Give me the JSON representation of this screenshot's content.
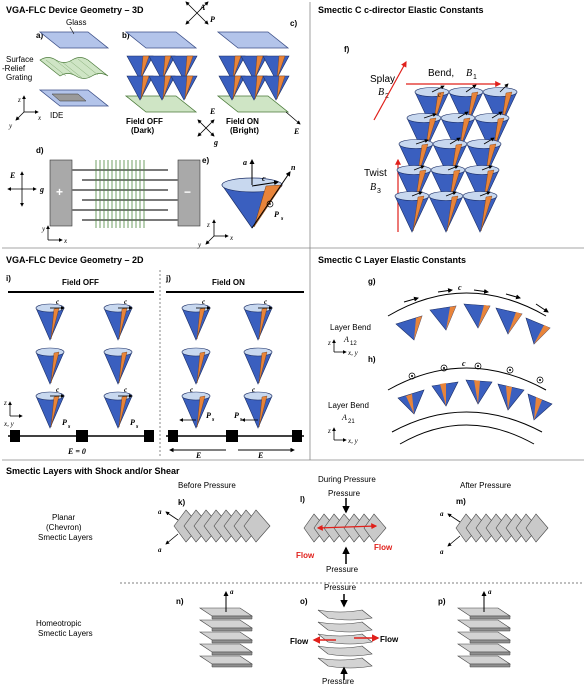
{
  "sections": {
    "s1": "VGA-FLC Device Geometry – 3D",
    "s2": "Smectic C c-director Elastic Constants",
    "s3": "VGA-FLC Device Geometry – 2D",
    "s4": "Smectic C Layer Elastic Constants",
    "s5": "Smectic Layers with Shock and/or Shear"
  },
  "panels": {
    "a": "a)",
    "b": "b)",
    "c": "c)",
    "d": "d)",
    "e": "e)",
    "f": "f)",
    "g": "g)",
    "h": "h)",
    "i": "i)",
    "j": "j)",
    "k": "k)",
    "l": "l)",
    "m": "m)",
    "n": "n)",
    "o": "o)",
    "p": "p)"
  },
  "labels3d": {
    "glass": "Glass",
    "grating_1": "Surface",
    "grating_2": "-Relief",
    "grating_3": "Grating",
    "ide": "IDE",
    "field_off_1": "Field OFF",
    "field_off_2": "(Dark)",
    "field_on_1": "Field ON",
    "field_on_2": "(Bright)",
    "A": "A",
    "P": "P",
    "E": "E",
    "g": "g",
    "x": "x",
    "y": "y",
    "z": "z",
    "plus": "+",
    "minus": "−",
    "a": "a",
    "c": "c",
    "n": "n",
    "Ps": "P",
    "s": "s"
  },
  "elastic": {
    "bend": "Bend, ",
    "B1": "B",
    "sub1": "1",
    "splay": "Splay",
    "B2": "B",
    "sub2": "2",
    "twist": "Twist",
    "B3": "B",
    "sub3": "3"
  },
  "geo2d": {
    "field_off": "Field OFF",
    "field_on": "Field ON",
    "c": "c",
    "Ps": "P",
    "s": "s",
    "E0": "E = 0",
    "E": "E",
    "zaxis": "z",
    "xy": "x, y"
  },
  "layer": {
    "layer_bend": "Layer Bend",
    "A12": "A",
    "sub12": "12",
    "A21": "A",
    "sub21": "21",
    "c": "c",
    "z": "z",
    "xy": "x, y"
  },
  "shock": {
    "before": "Before Pressure",
    "during": "During Pressure",
    "after": "After Pressure",
    "planar_1": "Planar",
    "planar_2": "(Chevron)",
    "planar_3": "Smectic Layers",
    "homeo_1": "Homeotropic",
    "homeo_2": "Smectic Layers",
    "pressure": "Pressure",
    "flow": "Flow",
    "a": "a"
  },
  "colors": {
    "cone_blue": "#3a5fbf",
    "cone_top": "#c8d8ef",
    "orange": "#e8843a",
    "red": "#e0201b",
    "gray": "#b9b9b9",
    "glass": "#b3c4ea",
    "grating": "#cfe5c5"
  }
}
